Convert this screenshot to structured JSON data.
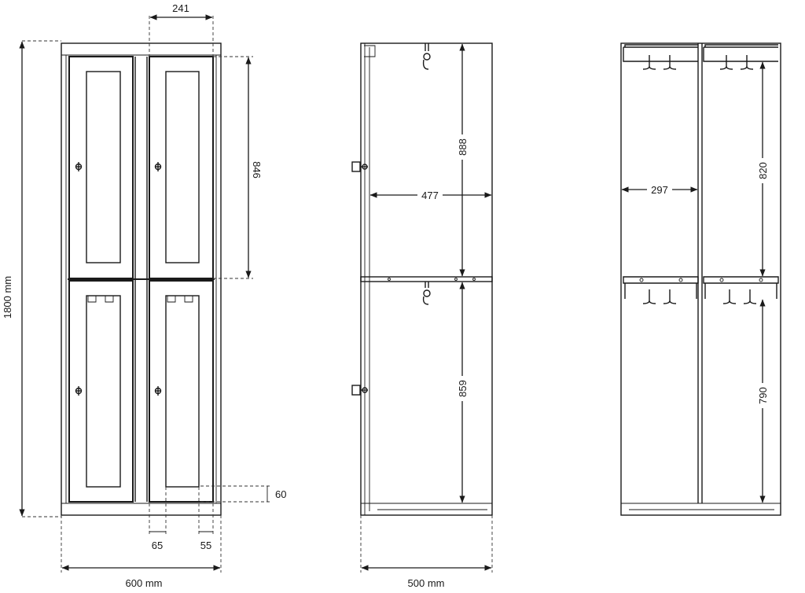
{
  "front": {
    "width_label": "600 mm",
    "height_label": "1800 mm",
    "door_width": "241",
    "door_height": "846",
    "frame_side": "65",
    "frame_side_right": "55",
    "frame_bottom": "60"
  },
  "side": {
    "depth_label": "500 mm",
    "inner_depth": "477",
    "upper_height": "888",
    "lower_height": "859"
  },
  "back": {
    "compartment_width": "297",
    "upper_height": "820",
    "lower_height": "790"
  }
}
